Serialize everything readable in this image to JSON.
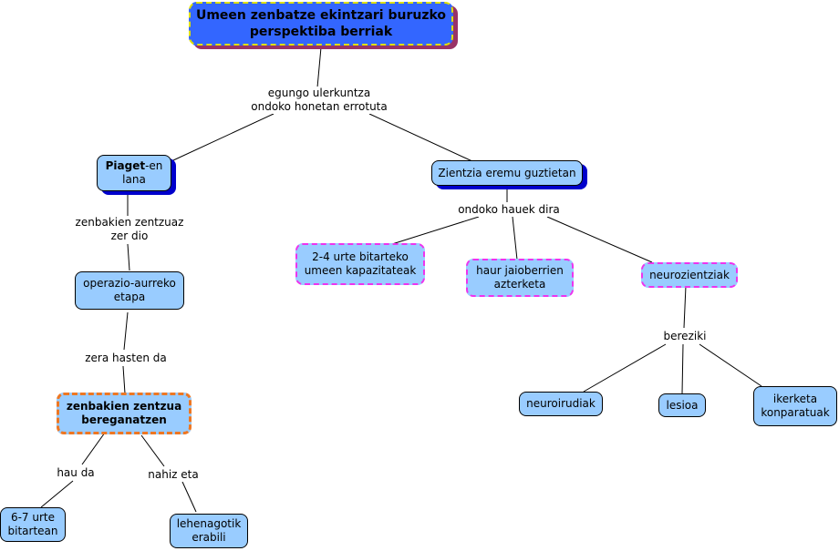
{
  "nodes": {
    "title": {
      "line1": "Umeen zenbatze ekintzari buruzko",
      "line2": "perspektiba berriak"
    },
    "piaget": {
      "bold": "Piaget",
      "rest": "-en",
      "line2": "lana"
    },
    "zientzia": {
      "text": "Zientzia eremu guztietan"
    },
    "operazio": {
      "line1": "operazio-aurreko",
      "line2": "etapa"
    },
    "zenbakien_zentzua": {
      "line1": "zenbakien zentzua",
      "line2": "bereganatzen"
    },
    "urte67": {
      "line1": "6-7 urte",
      "line2": "bitartean"
    },
    "lehenagotik": {
      "line1": "lehenagotik",
      "line2": "erabili"
    },
    "kapazitateak": {
      "line1": "2-4 urte bitarteko",
      "line2": "umeen kapazitateak"
    },
    "haur": {
      "line1": "haur jaioberrien",
      "line2": "azterketa"
    },
    "neuro": {
      "text": "neurozientziak"
    },
    "neuroirudiak": {
      "text": "neuroirudiak"
    },
    "lesioa": {
      "text": "lesioa"
    },
    "ikerketa": {
      "line1": "ikerketa",
      "line2": "konparatuak"
    }
  },
  "links": {
    "egungo": {
      "line1": "egungo ulerkuntza",
      "line2": "ondoko honetan errotuta"
    },
    "zenbakien_dio": {
      "line1": "zenbakien zentzuaz",
      "line2": "zer dio"
    },
    "ondoko": {
      "text": "ondoko hauek dira"
    },
    "zera": {
      "text": "zera hasten da"
    },
    "hau_da": {
      "text": "hau da"
    },
    "nahiz": {
      "text": "nahiz eta"
    },
    "bereziki": {
      "text": "bereziki"
    }
  },
  "colors": {
    "node_fill": "#99ccff",
    "title_fill": "#3366ff",
    "shadow": "#0000cc",
    "magenta_border": "#ee33ee",
    "orange_border": "#ee7722"
  }
}
